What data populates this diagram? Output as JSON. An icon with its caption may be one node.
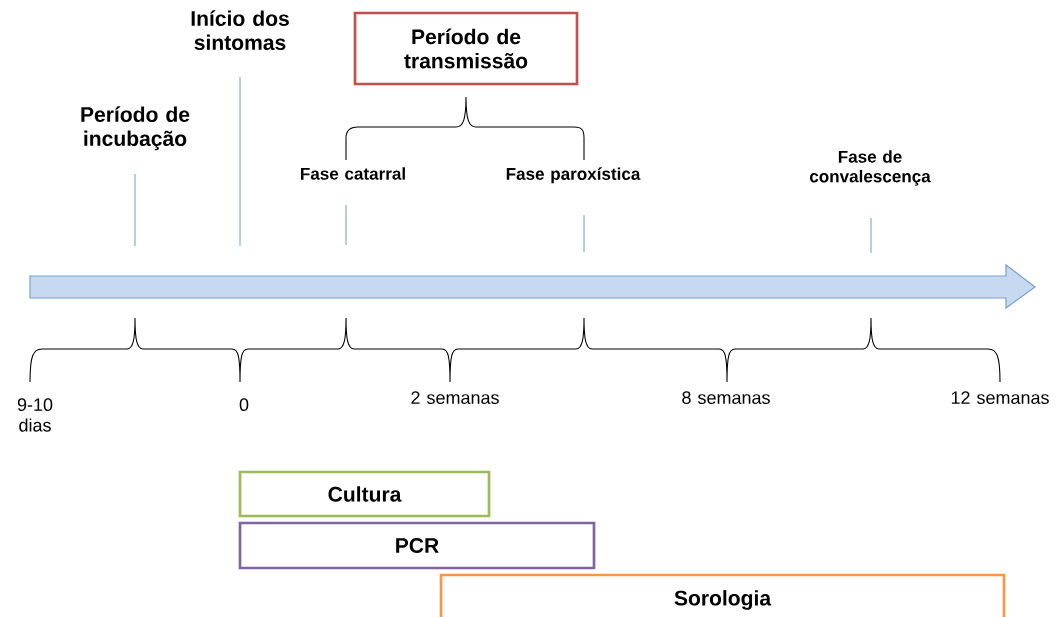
{
  "diagram": {
    "nodes": [
      {
        "text": [
          "Período de transmissão"
        ]
      },
      {
        "text": [
          "Cultura"
        ]
      },
      {
        "text": [
          "PCR"
        ]
      },
      {
        "text": [
          "Sorologia"
        ]
      }
    ],
    "labels": [
      "Início dos sintomas",
      "Período de incubação",
      "Fase catarral",
      "Fase paroxística",
      "Fase de convalescença",
      "9-10 dias",
      "0",
      "2 semanas",
      "8 semanas",
      "12 semanas"
    ]
  }
}
